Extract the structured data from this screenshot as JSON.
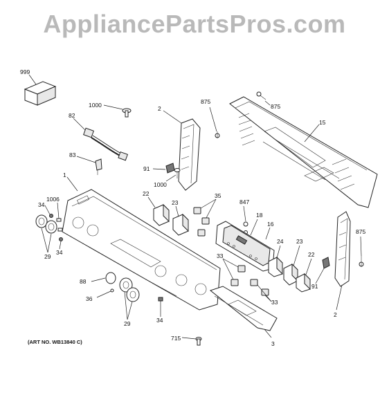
{
  "watermark": "AppliancePartsPros.com",
  "art_number": "(ART NO. WB13840 C)",
  "callouts": {
    "c999": "999",
    "c1000a": "1000",
    "c82": "82",
    "c83": "83",
    "c1": "1",
    "c2a": "2",
    "c875a": "875",
    "c875b": "875",
    "c15": "15",
    "c91a": "91",
    "c1000b": "1000",
    "c22a": "22",
    "c23a": "23",
    "c35": "35",
    "c847": "847",
    "c18": "18",
    "c16": "16",
    "c875c": "875",
    "c34a": "34",
    "c1006": "1006",
    "c29a": "29",
    "c34b": "34",
    "c24": "24",
    "c23b": "23",
    "c22b": "22",
    "c91b": "91",
    "c33a": "33",
    "c33b": "33",
    "c88": "88",
    "c36": "36",
    "c29b": "29",
    "c34c": "34",
    "c2b": "2",
    "c715": "715",
    "c3": "3"
  }
}
